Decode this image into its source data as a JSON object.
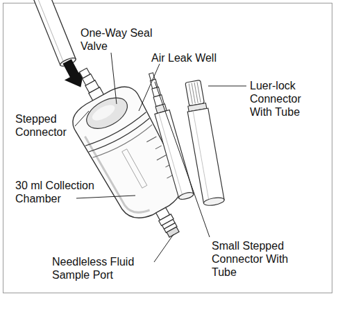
{
  "diagram": {
    "labels": [
      "One-Way Seal Valve",
      "Air Leak Well",
      "Luer-lock Connector With Tube",
      "Stepped Connector",
      "30 ml Collection Chamber",
      "Needleless Fluid Sample Port",
      "Small Stepped Connector With Tube"
    ]
  }
}
